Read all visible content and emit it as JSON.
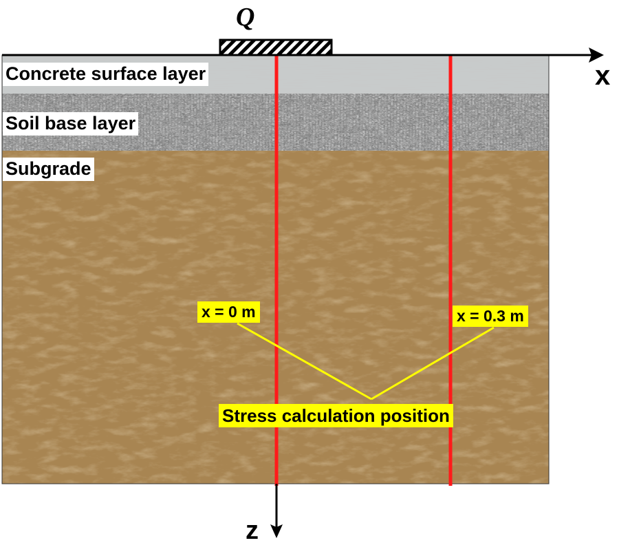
{
  "load": {
    "label": "Q"
  },
  "axes": {
    "x_label": "x",
    "z_label": "z"
  },
  "layers": [
    {
      "name": "Concrete surface layer",
      "color": "#c9cccc"
    },
    {
      "name": "Soil base layer",
      "color": "#9a9c9c"
    },
    {
      "name": "Subgrade",
      "color": "#a88552"
    }
  ],
  "positions": [
    {
      "label": "x = 0 m"
    },
    {
      "label": "x = 0.3 m"
    }
  ],
  "callout": {
    "label": "Stress calculation position"
  },
  "colors": {
    "position_line": "#ff1a1a",
    "highlight": "#ffff00",
    "leader_line": "#ffff00"
  }
}
